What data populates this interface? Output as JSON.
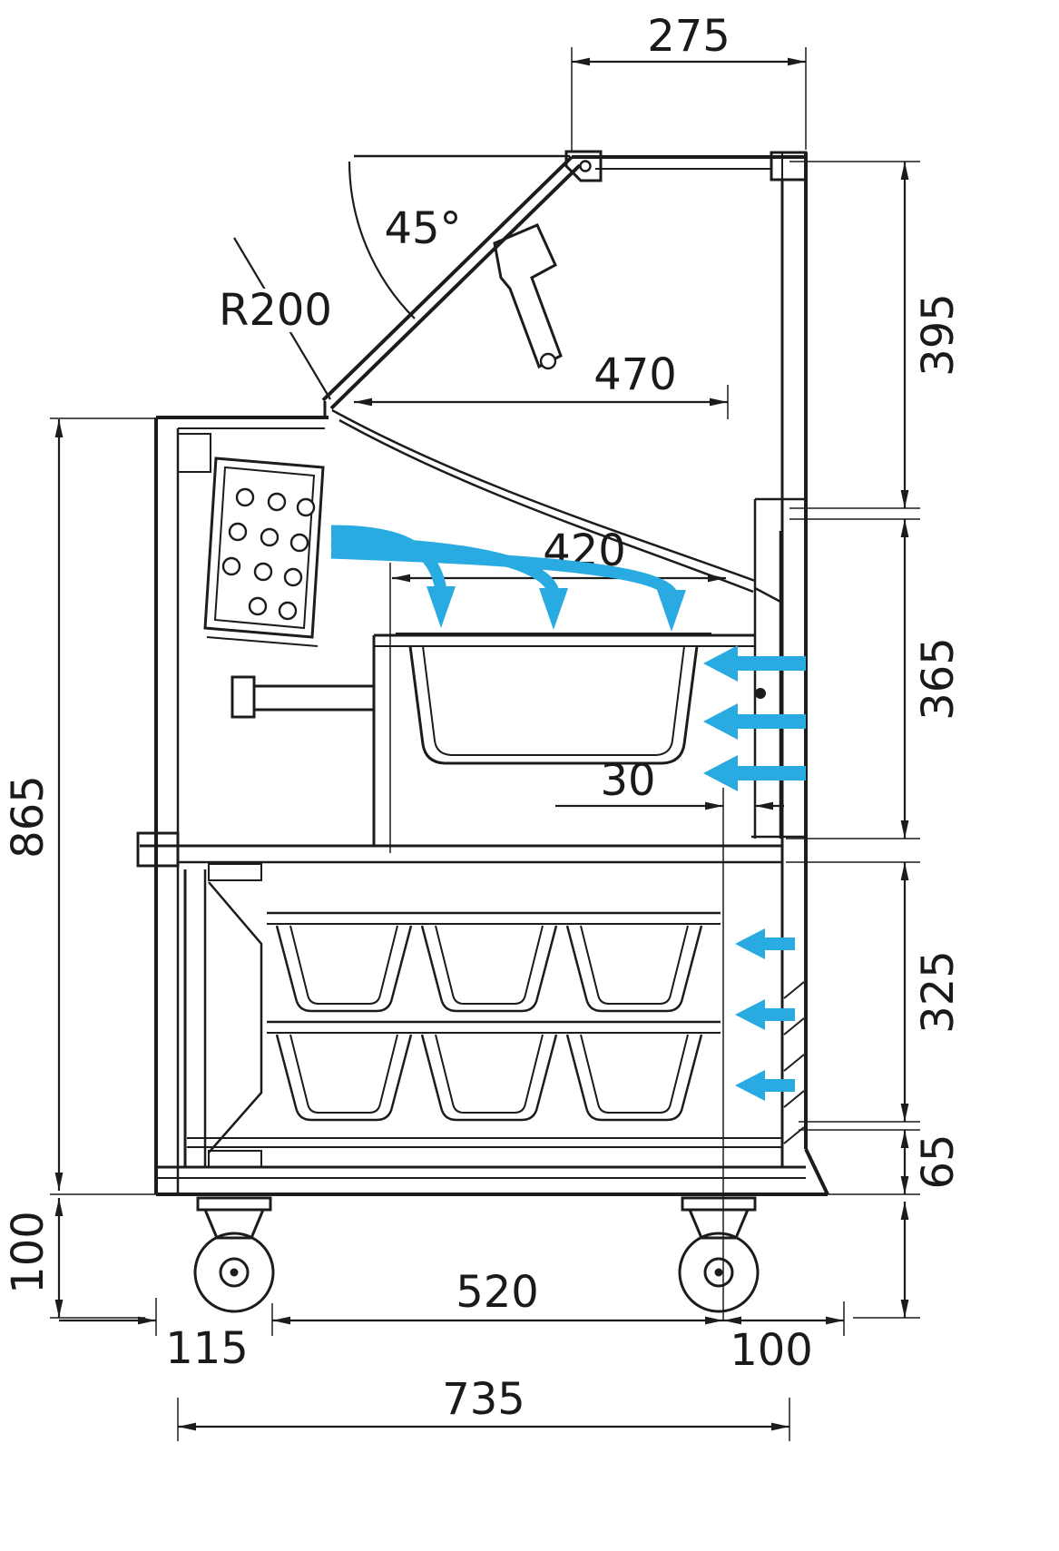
{
  "drawing": {
    "subject": "refrigerated-display-case-side-cross-section",
    "units": "mm",
    "colors": {
      "line": "#1C1C1C",
      "airflow": "#29ABE2",
      "background": "#FFFFFF"
    },
    "annotations": {
      "glass_angle": "45°",
      "front_glass_radius": "R200"
    },
    "dims": {
      "canopy_depth": "275",
      "glass_height": "395",
      "opening_depth": "470",
      "display_depth": "420",
      "display_height": "365",
      "rear_air_gap": "30",
      "body_height": "865",
      "storage_height": "325",
      "base_height": "65",
      "caster_height": "100",
      "front_offset": "115",
      "caster_span": "520",
      "rear_offset": "100",
      "overall_depth": "735"
    }
  }
}
